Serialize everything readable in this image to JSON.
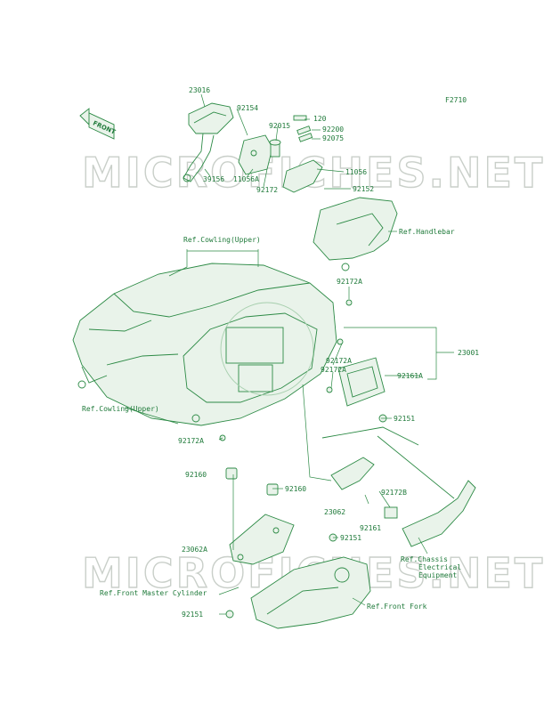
{
  "figure_code": "F2710",
  "arrow_label": "FRONT",
  "watermark": "MICROFICHES.NET",
  "part_labels": [
    "23016",
    "92154",
    "92015",
    "120",
    "92200",
    "92075",
    "39156",
    "11056A",
    "92172",
    "11056",
    "92152",
    "Ref.Handlebar",
    "Ref.Cowling(Upper)",
    "92172A",
    "23001",
    "92172A",
    "92172A",
    "92161A",
    "Ref.Cowling(Upper)",
    "92151",
    "92172A",
    "92160",
    "92160",
    "23062",
    "92172B",
    "92161",
    "23062A",
    "92151",
    "Ref.Chassis",
    "Electrical",
    "Equipment",
    "Ref.Front Master Cylinder",
    "92151",
    "Ref.Front Fork"
  ],
  "colors": {
    "line": "#2c8a45",
    "text": "#1f7a3a",
    "watermark": "#c9cfc9"
  }
}
